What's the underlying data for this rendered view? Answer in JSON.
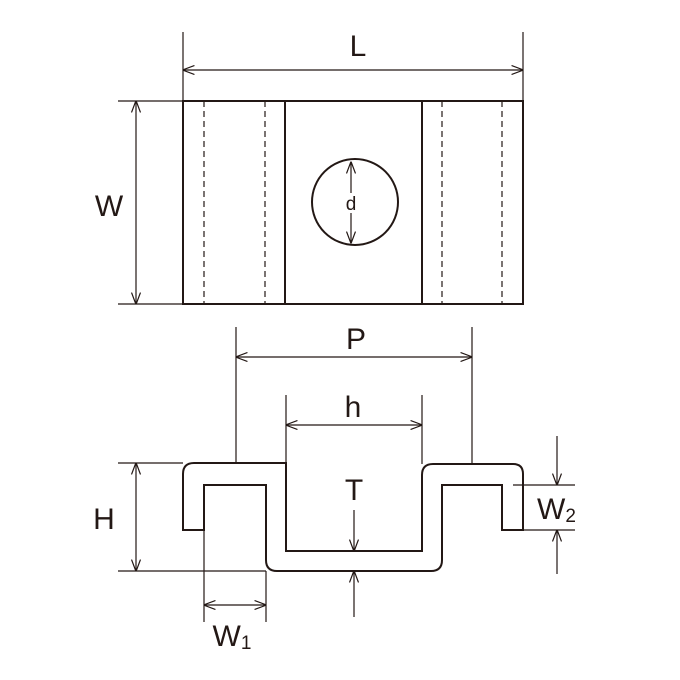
{
  "labels": {
    "L": "L",
    "W": "W",
    "d": "d",
    "P": "P",
    "h": "h",
    "T": "T",
    "H": "H",
    "W1_main": "W",
    "W1_sub": "1",
    "W2_main": "W",
    "W2_sub": "2"
  },
  "colors": {
    "line": "#231815",
    "background": "#ffffff"
  }
}
